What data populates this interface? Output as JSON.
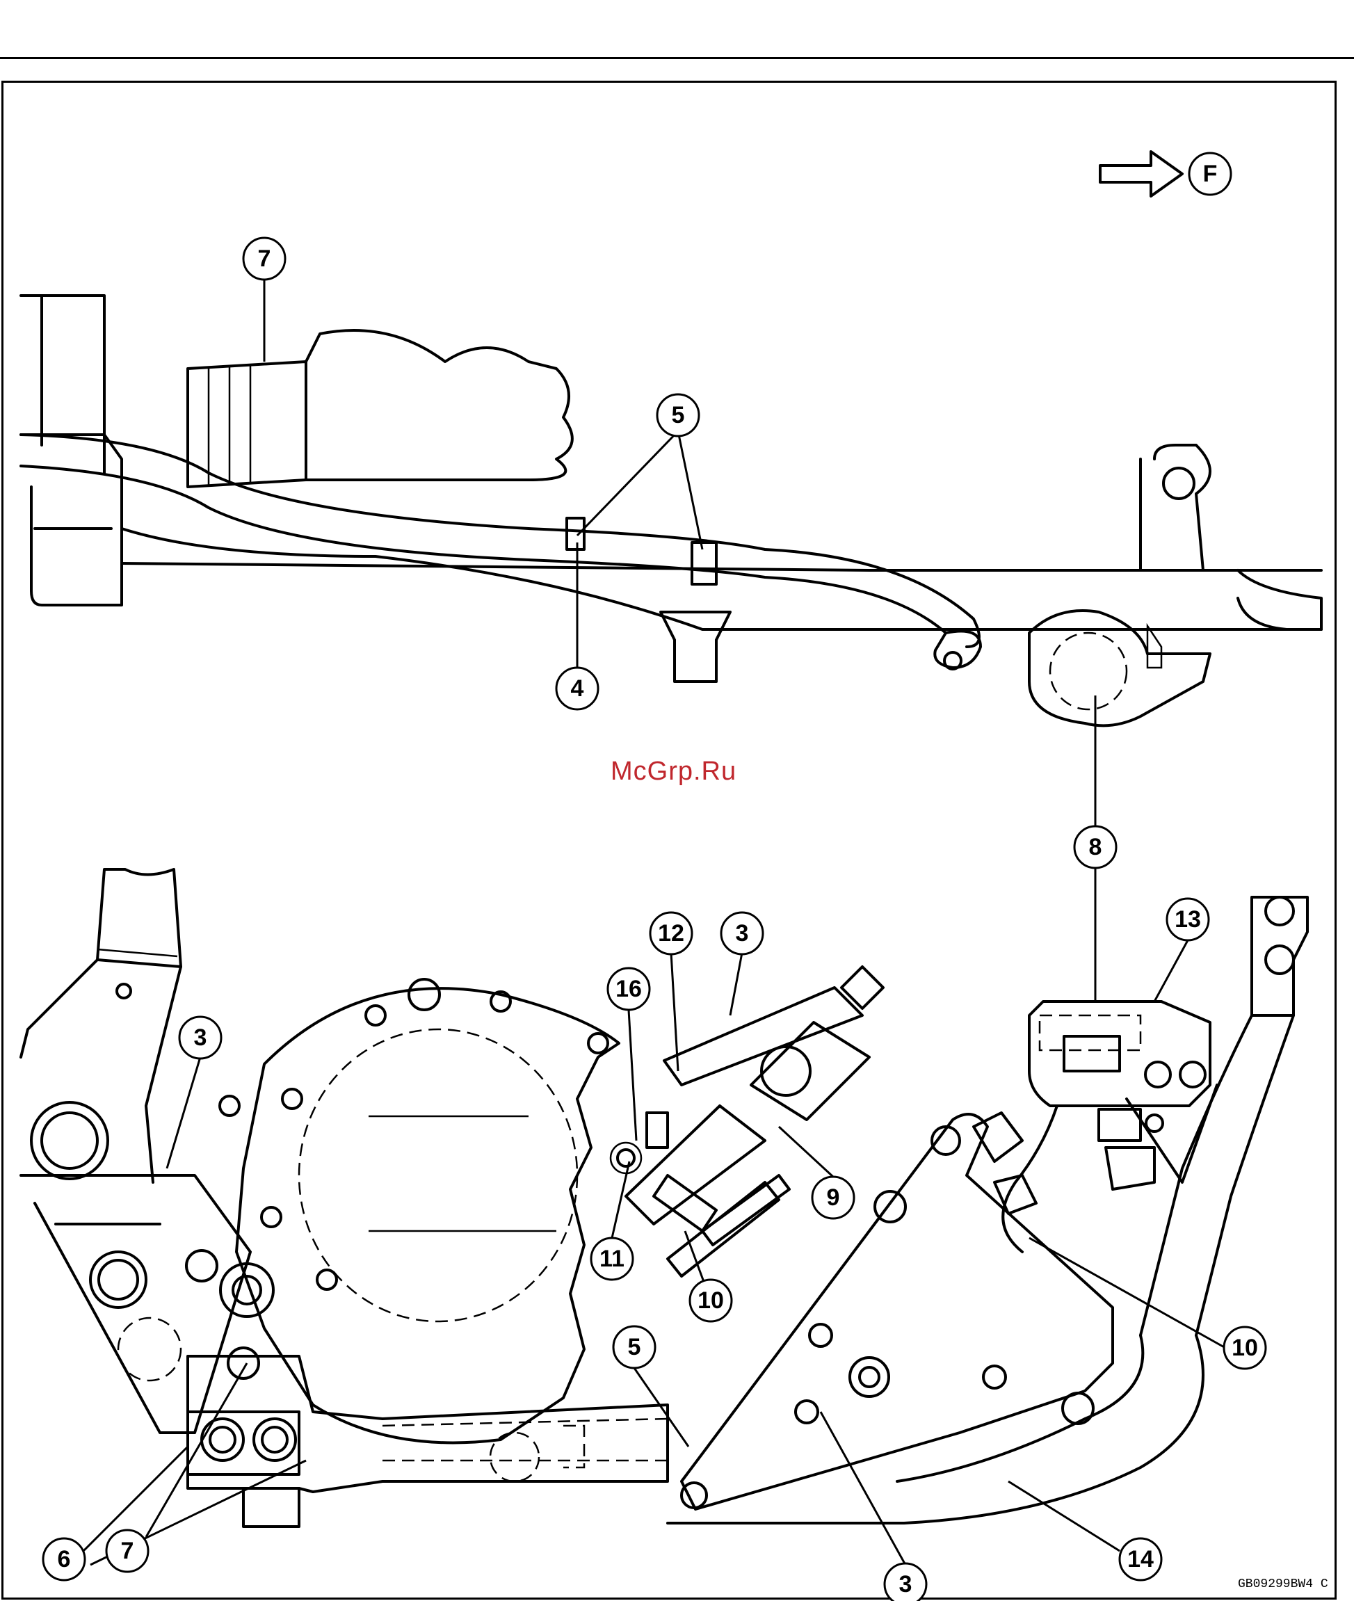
{
  "watermark": "McGrp.Ru",
  "figure_code": "GB09299BW4 C",
  "direction_label": "F",
  "callouts": {
    "upper_7": "7",
    "upper_5": "5",
    "upper_4": "4",
    "upper_8": "8",
    "lower_8": "8",
    "c12": "12",
    "c3_top": "3",
    "c16": "16",
    "c13": "13",
    "c3_left": "3",
    "c9": "9",
    "c11": "11",
    "c10_mid": "10",
    "c10_right": "10",
    "c5_low": "5",
    "c7_low": "7",
    "c6": "6",
    "c3_bottom": "3",
    "c14": "14"
  }
}
